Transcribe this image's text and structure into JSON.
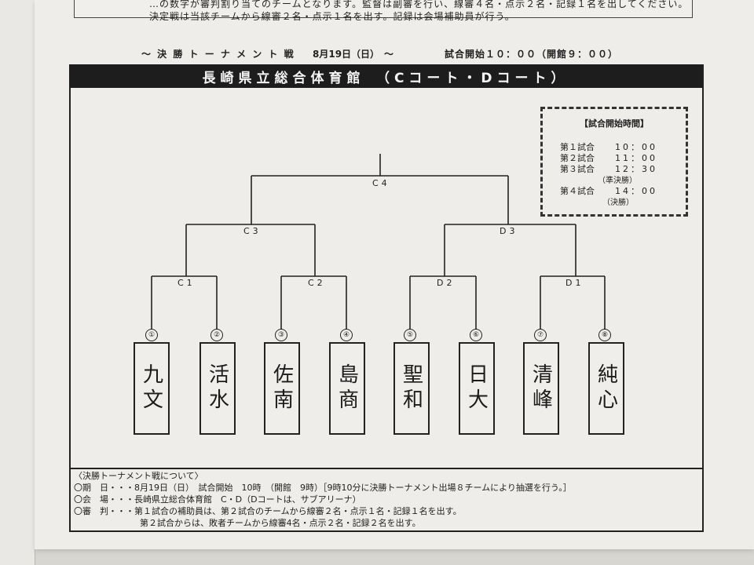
{
  "top": {
    "line1": "…の数字が審判割り当てのチームとなります。監督は副審を行い、線審４名・点示２名・記録１名を出してください。",
    "line2": "決定戦は当該チームから線審２名・点示１名を出す。記録は会場補助員が行う。"
  },
  "final_header": {
    "title": "～ 決 勝 ト ー ナ メ ン ト 戦",
    "date": "8月19日（日）　～",
    "start": "試合開始１０：００（開館９：００）"
  },
  "venue": "長崎県立総合体育館　（Cコート・Dコート）",
  "time_box": {
    "title": "【試合開始時間】",
    "rows": [
      {
        "label": "第１試合",
        "time": "10：00"
      },
      {
        "label": "第２試合",
        "time": "11：00"
      },
      {
        "label": "第３試合",
        "time": "12：30"
      },
      {
        "label": "第４試合",
        "time": "14：00"
      }
    ],
    "note_semi": "（準決勝）",
    "note_final": "（決勝）"
  },
  "bracket": {
    "final": "C4",
    "semis": [
      "C3",
      "D3"
    ],
    "quarters": [
      "C1",
      "C2",
      "D2",
      "D1"
    ],
    "numbers": [
      "①",
      "②",
      "③",
      "④",
      "⑤",
      "⑥",
      "⑦",
      "⑧"
    ],
    "teams": [
      "九文",
      "活水",
      "佐南",
      "島商",
      "聖和",
      "日大",
      "清峰",
      "純心"
    ]
  },
  "notes": {
    "heading": "〈決勝トーナメント戦について〉",
    "period": "〇期　日・・・8月19日（日）　試合開始　10時　（開館　9時）［9時10分に決勝トーナメント出場８チームにより抽選を行う。］",
    "venue": "〇会　場・・・長崎県立総合体育館　C・D（Dコートは、サブアリーナ）",
    "judge1": "〇審　判・・・第１試合の補助員は、第２試合のチームから線審２名・点示１名・記録１名を出す。",
    "judge2": "第２試合からは、敗者チームから線審4名・点示２名・記録２名を出す。"
  }
}
